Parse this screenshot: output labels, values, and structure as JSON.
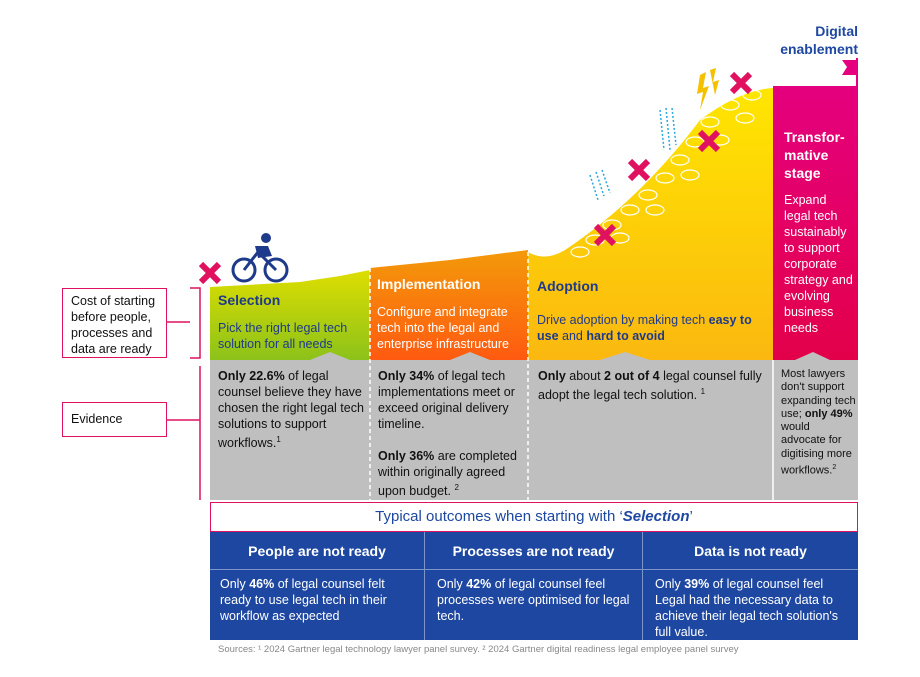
{
  "title": {
    "line1": "Digital",
    "line2": "enablement"
  },
  "left_labels": {
    "cost": "Cost of starting before people, processes and data are ready",
    "evidence": "Evidence"
  },
  "stages": [
    {
      "title": "Selection",
      "desc": "Pick the right legal tech solution for all needs",
      "ev_b1": "Only 22.6%",
      "ev_t1": " of legal counsel believe they have chosen the right legal tech solutions to support workflows.",
      "ev_sup": "1"
    },
    {
      "title": "Implementation",
      "desc": "Configure and integrate tech into the legal and enterprise infrastructure",
      "ev_b1": "Only 34%",
      "ev_t1": " of legal tech implementations meet or exceed original delivery timeline.",
      "ev_b2": "Only 36%",
      "ev_t2": " are completed within originally agreed upon budget. ",
      "ev_sup": "2"
    },
    {
      "title": "Adoption",
      "desc1": "Drive adoption by making tech ",
      "desc_b1": "easy to use",
      "desc2": " and ",
      "desc_b2": "hard to avoid",
      "ev_b1": "Only",
      "ev_t1": " about ",
      "ev_b2": "2 out of 4",
      "ev_t2": " legal counsel fully adopt the legal tech solution. ",
      "ev_sup": "1"
    },
    {
      "title": "Transfor-mative stage",
      "desc": "Expand legal tech sustainably to support corporate strategy and evolving business needs",
      "ev_t1": "Most lawyers don't support expanding tech use; ",
      "ev_b1": "only 49%",
      "ev_t2": " would advocate for digitising more workflows.",
      "ev_sup": "2"
    }
  ],
  "outcomes": {
    "title_pre": "Typical outcomes when starting with ‘",
    "title_em": "Selection",
    "title_post": "’",
    "columns": [
      {
        "header": "People are not ready",
        "pre": "Only ",
        "b": "46%",
        "post": " of legal counsel felt ready to use legal tech in their workflow as expected"
      },
      {
        "header": "Processes are not ready",
        "pre": "Only ",
        "b": "42%",
        "post": " of legal counsel feel processes were optimised for legal tech."
      },
      {
        "header": "Data is not ready",
        "pre": "Only ",
        "b": "39%",
        "post": " of legal counsel feel Legal had the necessary data to achieve their legal tech solution's full value."
      }
    ]
  },
  "sources": "Sources: ¹ 2024 Gartner legal technology lawyer panel survey. ² 2024 Gartner digital readiness legal employee panel survey",
  "colors": {
    "navy": "#1e3a8a",
    "pink": "#e0115f",
    "blue": "#1d47a0",
    "grey": "#bfbfbf"
  }
}
